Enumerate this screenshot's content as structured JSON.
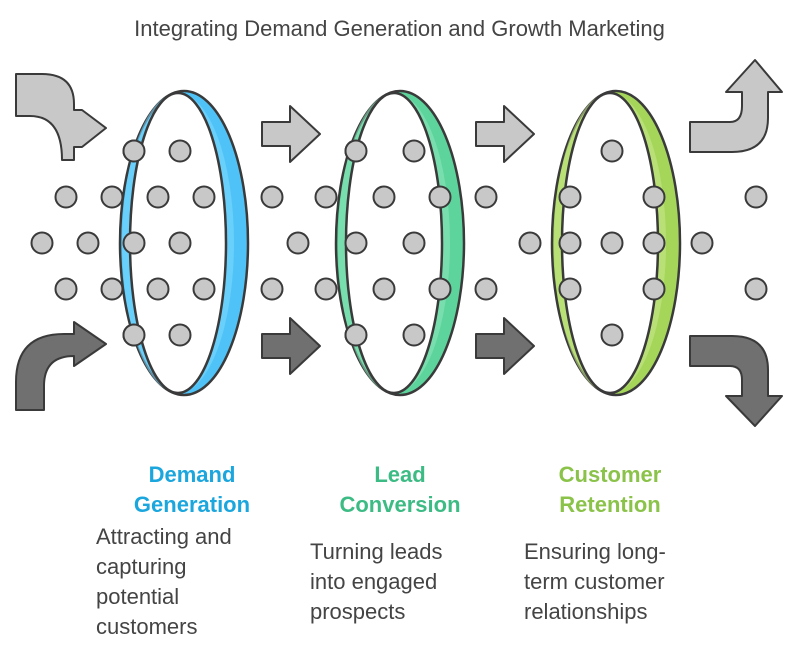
{
  "title": "Integrating Demand Generation and Growth Marketing",
  "stages": [
    {
      "label_line1": "Demand",
      "label_line2": "Generation",
      "desc_line1": "Attracting and",
      "desc_line2": "capturing",
      "desc_line3": "potential",
      "desc_line4": "customers",
      "color": "#1ba6de",
      "ring_fill": "#4fc3f7",
      "ring_light": "#7fd8ff"
    },
    {
      "label_line1": "Lead",
      "label_line2": "Conversion",
      "desc_line1": "Turning leads",
      "desc_line2": "into engaged",
      "desc_line3": "prospects",
      "desc_line4": "",
      "color": "#3dbb84",
      "ring_fill": "#5cd49c",
      "ring_light": "#8fe6bd"
    },
    {
      "label_line1": "Customer",
      "label_line2": "Retention",
      "desc_line1": "Ensuring long-",
      "desc_line2": "term customer",
      "desc_line3": "relationships",
      "desc_line4": "",
      "color": "#8bc34a",
      "ring_fill": "#a5d65a",
      "ring_light": "#cbe98f"
    }
  ],
  "colors": {
    "arrow_light": "#c8c8c8",
    "arrow_dark": "#707070",
    "dot": "#c8c8c8",
    "outline": "#3a3a3a"
  }
}
